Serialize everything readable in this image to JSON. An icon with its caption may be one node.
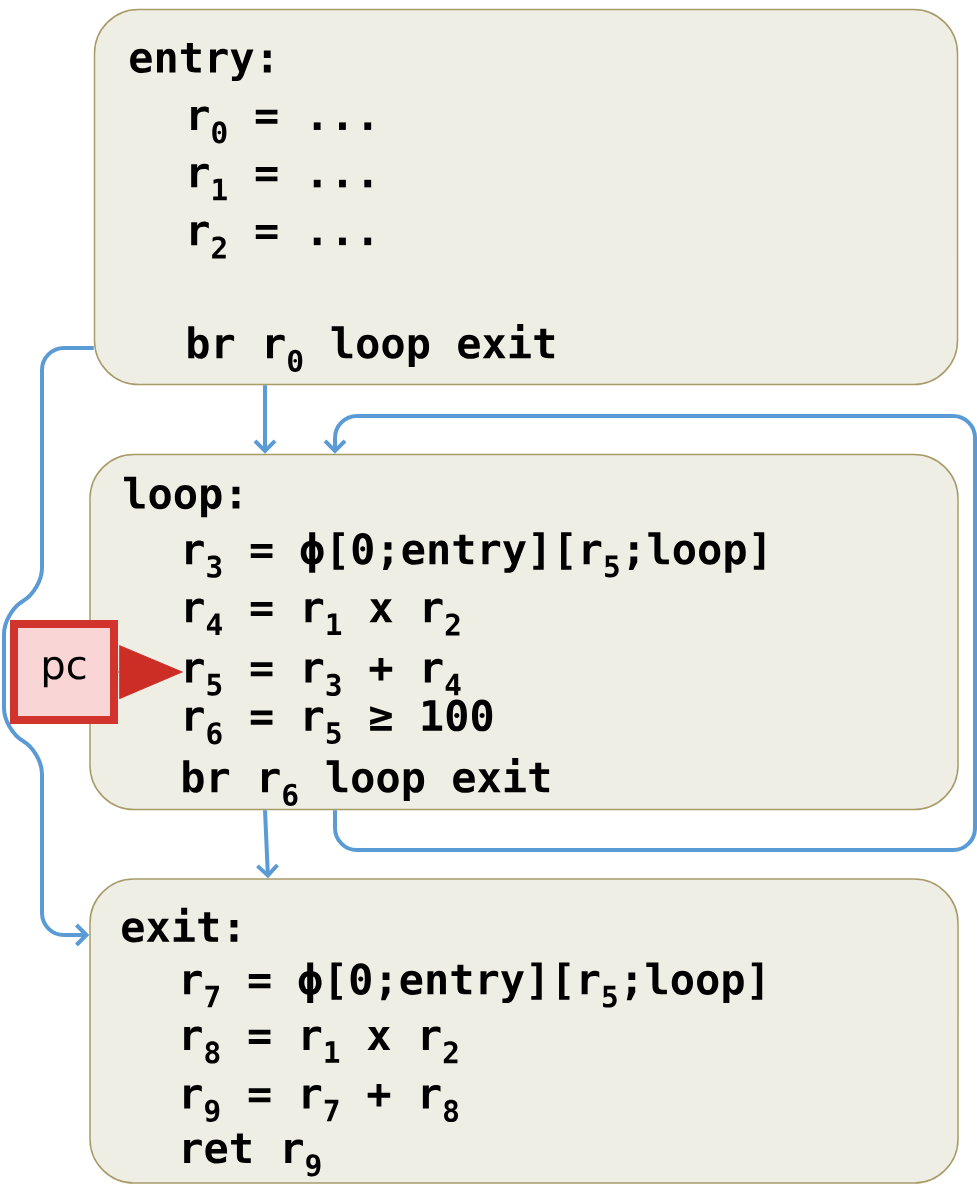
{
  "diagram": {
    "nodes": [
      {
        "text": [
          "entry:",
          "r$_{0}$ = ...",
          "r$_{1}$ = ...",
          "r$_{2}$ = ...",
          "br r$_{0}$ loop exit"
        ]
      },
      {
        "text": [
          "loop:",
          "r$_{3}$ = ϕ[0;entry][r$_{5}$;loop]",
          "r$_{4}$ = r$_{1}$ x r$_{2}$",
          "r$_{5}$ = r$_{3}$ + r$_{4}$",
          "r$_{6}$ = r$_{5}$ ≥ 100",
          "br r$_{6}$ loop exit"
        ]
      },
      {
        "text": [
          "exit:",
          "r$_{7}$ = ϕ[0;entry][r$_{5}$;loop]",
          "r$_{8}$ = r$_{1}$ x r$_{2}$",
          "r$_{9}$ = r$_{7}$ + r$_{8}$",
          "ret r$_{9}$"
        ]
      },
      {
        "text": [
          "pc"
        ]
      }
    ],
    "edges": [
      {
        "from": 0,
        "to": 1,
        "arrow": "to"
      },
      {
        "from": 0,
        "to": 2,
        "arrow": "to"
      },
      {
        "from": 1,
        "to": 1,
        "arrow": "to"
      },
      {
        "from": 1,
        "to": 2,
        "arrow": "to"
      },
      {
        "from": 3,
        "to": 1,
        "arrow": "to",
        "color": "#cc2e25"
      }
    ]
  }
}
